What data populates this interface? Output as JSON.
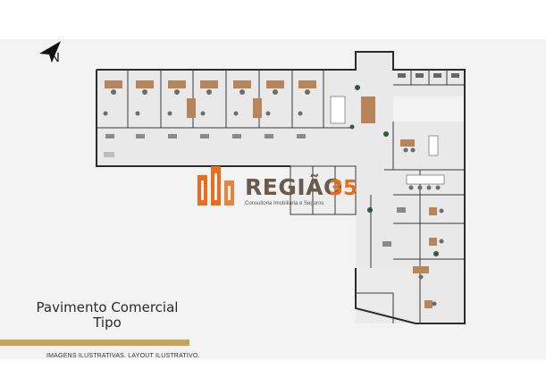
{
  "compass": {
    "letter": "N",
    "icon": "north-arrow-icon"
  },
  "logo": {
    "name": "REGIÃO",
    "number": "35",
    "tagline": "Consultoria Imobiliária e Seguros",
    "colors": {
      "mark": "#e86d1f",
      "name": "#6b5a4e"
    }
  },
  "caption": {
    "line1": "Pavimento Comercial",
    "line2": "Tipo"
  },
  "disclaimer": "IMAGENS ILUSTRATIVAS. LAYOUT ILUSTRATIVO.",
  "colors": {
    "accent_bar": "#c9a25e",
    "floor": "#f3f3f3",
    "wall": "#2b2b2b",
    "desk_wood": "#b8855b"
  }
}
